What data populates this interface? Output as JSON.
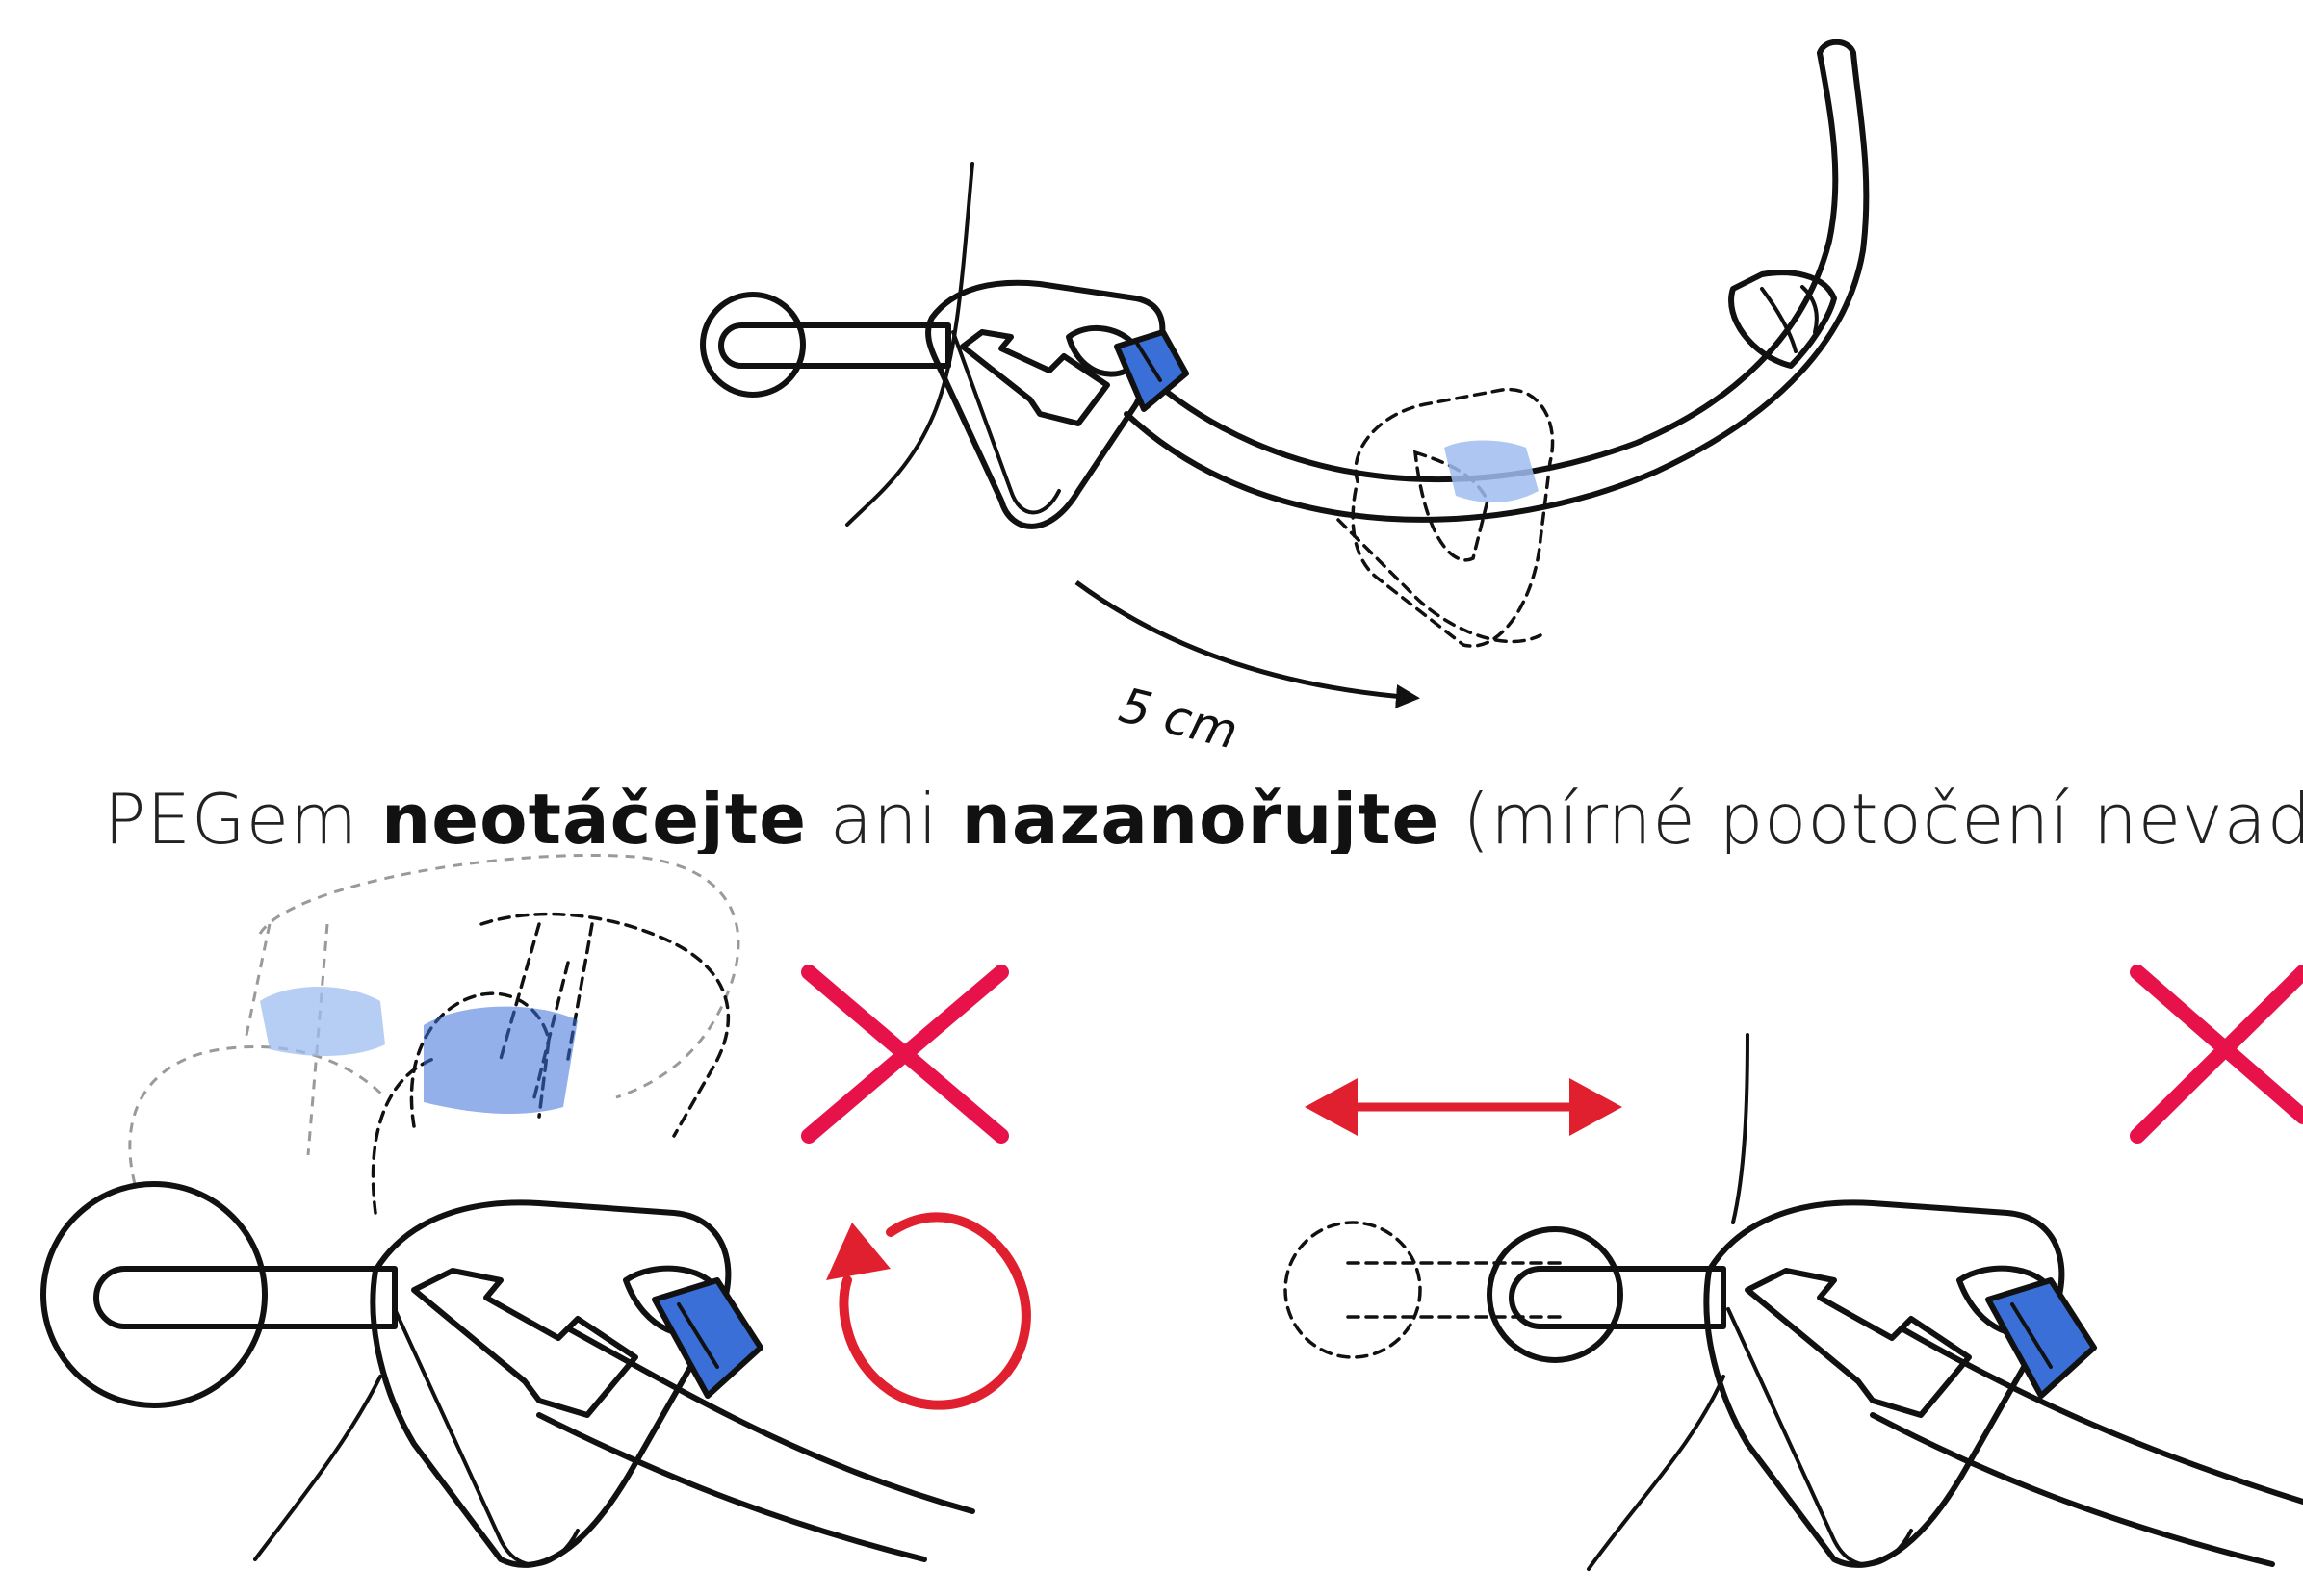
{
  "distance_label": "5 cm",
  "caption": {
    "p1": "PEGem ",
    "b1": "neotáčejte",
    "p2": " ani ",
    "b2": "nazanořujte",
    "p3": " (mírné pootočení nevadí)"
  },
  "colors": {
    "ink": "#111111",
    "clamp_blue": "#3a6fd8",
    "clamp_blue_ghost": "#9fbdf0",
    "wrong_red": "#e8124a",
    "arrow_red": "#e0202e"
  },
  "icons": [
    "wrong-x-icon",
    "rotate-arrow-icon",
    "double-arrow-icon",
    "move-arrow-icon"
  ]
}
